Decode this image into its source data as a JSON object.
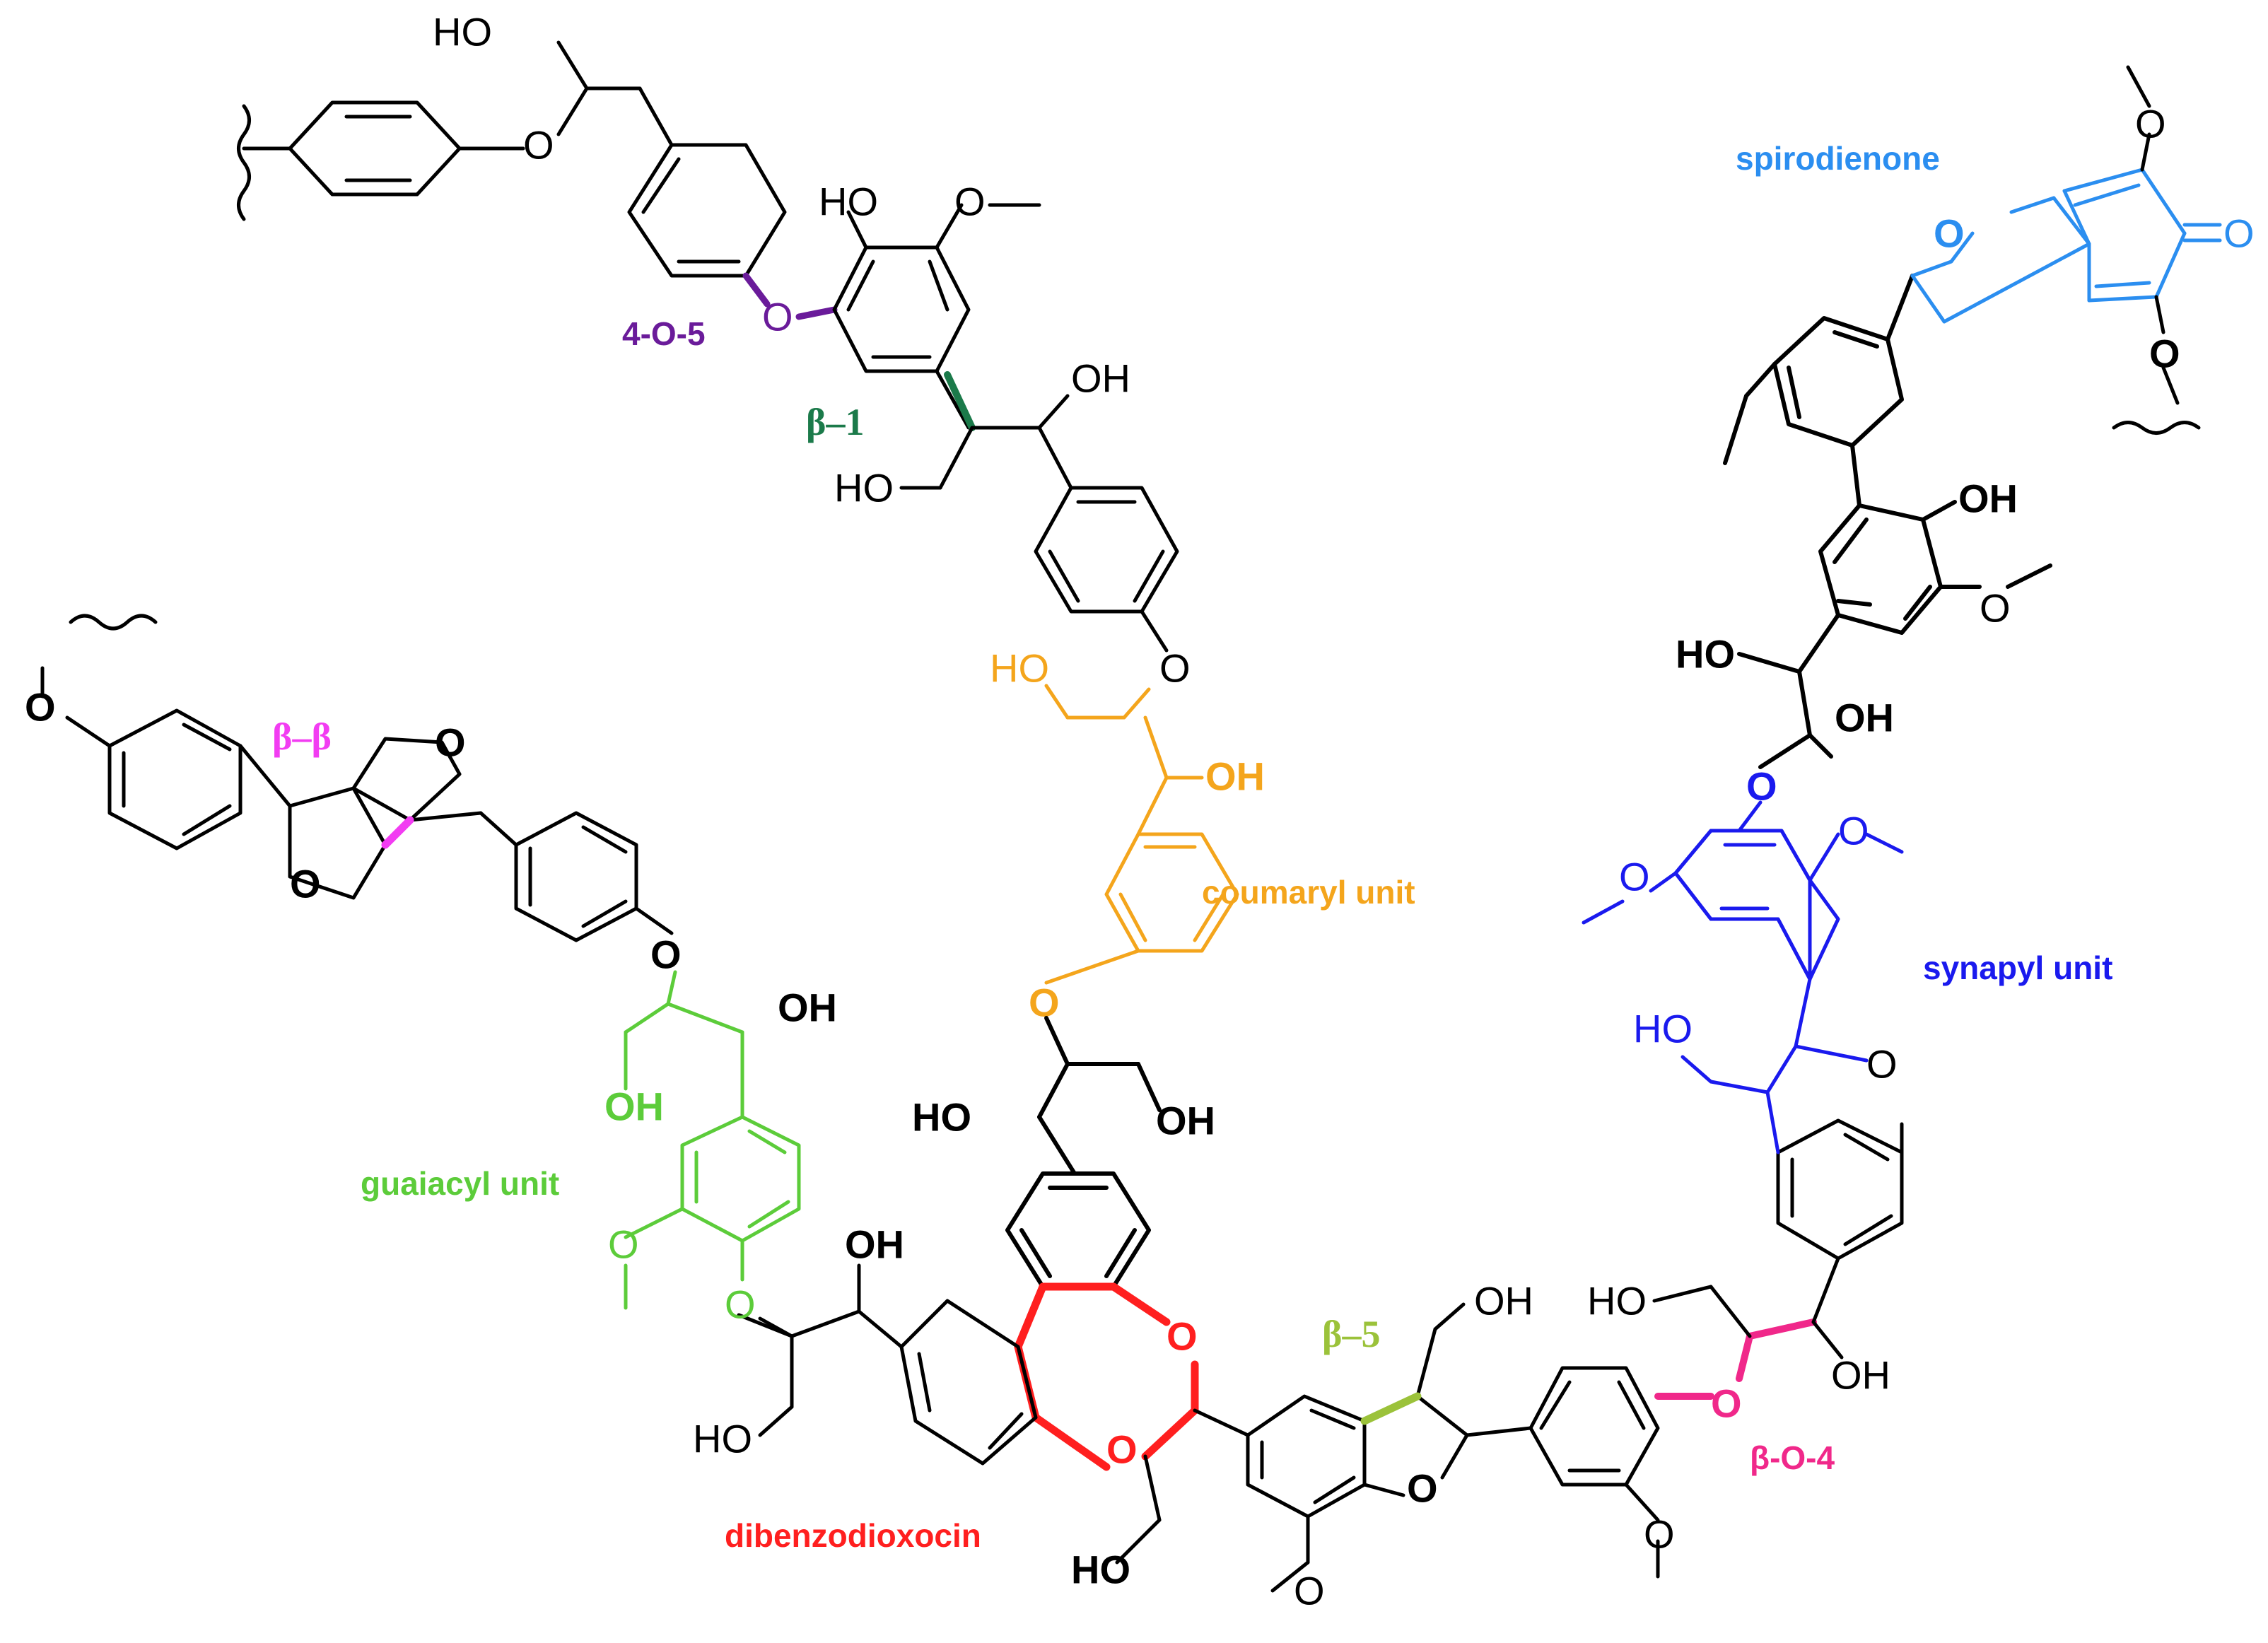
{
  "colors": {
    "black": "#000000",
    "purple": "#6a1b9a",
    "darkgreen": "#1b7a4a",
    "orange": "#f4a51c",
    "green": "#5ccc3a",
    "magenta": "#f23cf2",
    "red": "#ff1f1f",
    "olive": "#9bc23a",
    "pink": "#f0288a",
    "blue": "#1a1aee",
    "skyblue": "#2b8ef0"
  },
  "labels": {
    "spirodienone": "spirodienone",
    "four_o_five": "4-O-5",
    "beta_one": "β–1",
    "beta_beta": "β–β",
    "coumaryl": "coumaryl unit",
    "synapyl": "synapyl unit",
    "guaiacyl": "guaiacyl unit",
    "beta_five": "β–5",
    "beta_o_four": "β-O-4",
    "dibenzodioxocin": "dibenzodioxocin"
  },
  "atoms": {
    "ho": "HO",
    "oh": "OH",
    "o": "O"
  }
}
